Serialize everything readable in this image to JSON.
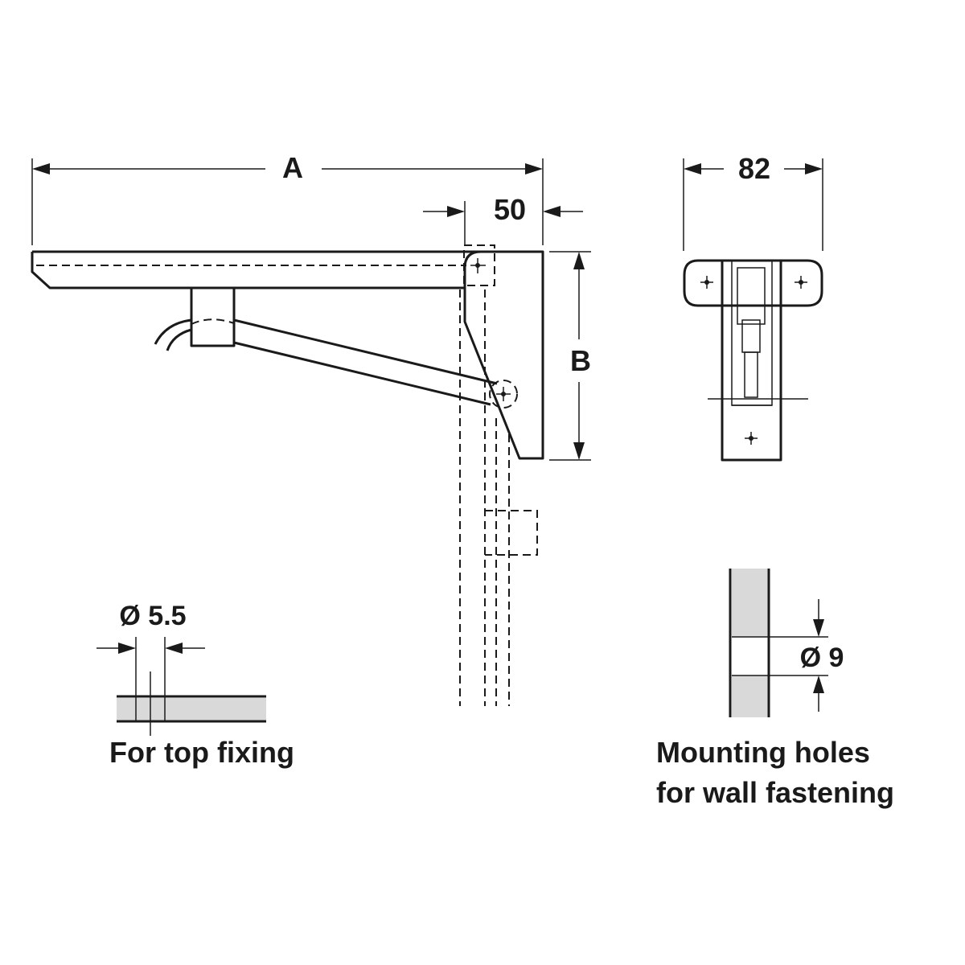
{
  "dimensions": {
    "a": "A",
    "b": "B",
    "d50": "50",
    "d82": "82",
    "hole_top": "Ø 5.5",
    "hole_wall": "Ø 9"
  },
  "captions": {
    "top_fixing": "For top fixing",
    "wall_line1": "Mounting holes",
    "wall_line2": "for wall fastening"
  }
}
